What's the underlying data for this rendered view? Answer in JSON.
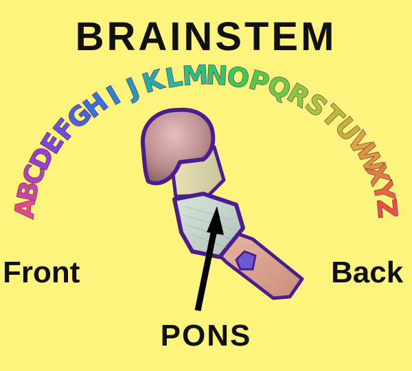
{
  "title": "BRAINSTEM",
  "alphabet": [
    "A",
    "B",
    "C",
    "D",
    "E",
    "F",
    "G",
    "H",
    "I",
    "J",
    "K",
    "L",
    "M",
    "N",
    "O",
    "P",
    "Q",
    "R",
    "S",
    "T",
    "U",
    "V",
    "W",
    "X",
    "Y",
    "Z"
  ],
  "left_label": "Front",
  "right_label": "Back",
  "bottom_label": "PONS",
  "colors": {
    "background": "#FDF47E",
    "outline": "#4B1E8F",
    "arrow": "#000000",
    "rainbow": [
      "#E24B87",
      "#8A3DD8",
      "#2F74E0",
      "#20B8A0",
      "#3FCB4B",
      "#A6C93A",
      "#E0A23A",
      "#E8503F"
    ]
  }
}
